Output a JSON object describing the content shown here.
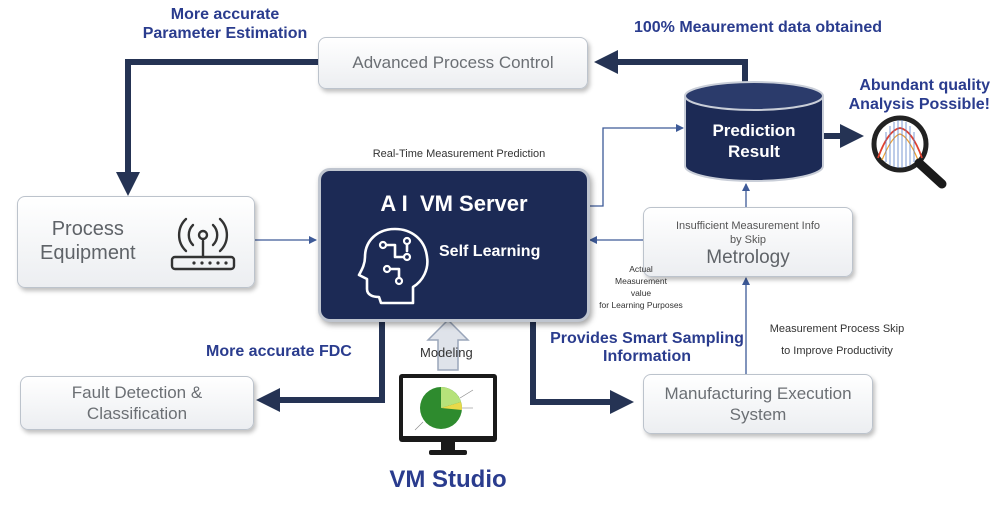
{
  "labels": {
    "more_accurate_param_1": "More accurate",
    "more_accurate_param_2": "Parameter Estimation",
    "measurement_obtained": "100% Meaurement data obtained",
    "abundant_1": "Abundant quality",
    "abundant_2": "Analysis Possible!",
    "realtime_prediction": "Real-Time Measurement Prediction",
    "actual_1": "Actual",
    "actual_2": "Measurement",
    "actual_3": "value",
    "actual_4": "for Learning Purposes",
    "more_accurate_fdc": "More accurate FDC",
    "modeling": "Modeling",
    "smart_sampling_1": "Provides Smart Sampling",
    "smart_sampling_2": "Information",
    "skip_1": "Measurement Process Skip",
    "skip_2": "to Improve Productivity"
  },
  "boxes": {
    "apc": "Advanced Process Control",
    "process_1": "Process",
    "process_2": "Equipment",
    "fdc_1": "Fault Detection &",
    "fdc_2": "Classification",
    "metrology_small_1": "Insufficient Measurement Info",
    "metrology_small_2": "by Skip",
    "metrology": "Metrology",
    "mes_1": "Manufacturing Execution",
    "mes_2": "System"
  },
  "server": {
    "title": "A I  VM Server",
    "subtitle": "Self Learning"
  },
  "prediction": {
    "line1": "Prediction",
    "line2": "Result"
  },
  "vm_studio": "VM Studio",
  "icons": [
    "router-icon",
    "brain-icon",
    "magnifier-icon",
    "monitor-icon"
  ],
  "colors": {
    "dark_navy": "#1c2a55",
    "label_blue": "#2a3c8e",
    "arrow_dark": "#253354",
    "arrow_thin": "#3d5a98"
  }
}
